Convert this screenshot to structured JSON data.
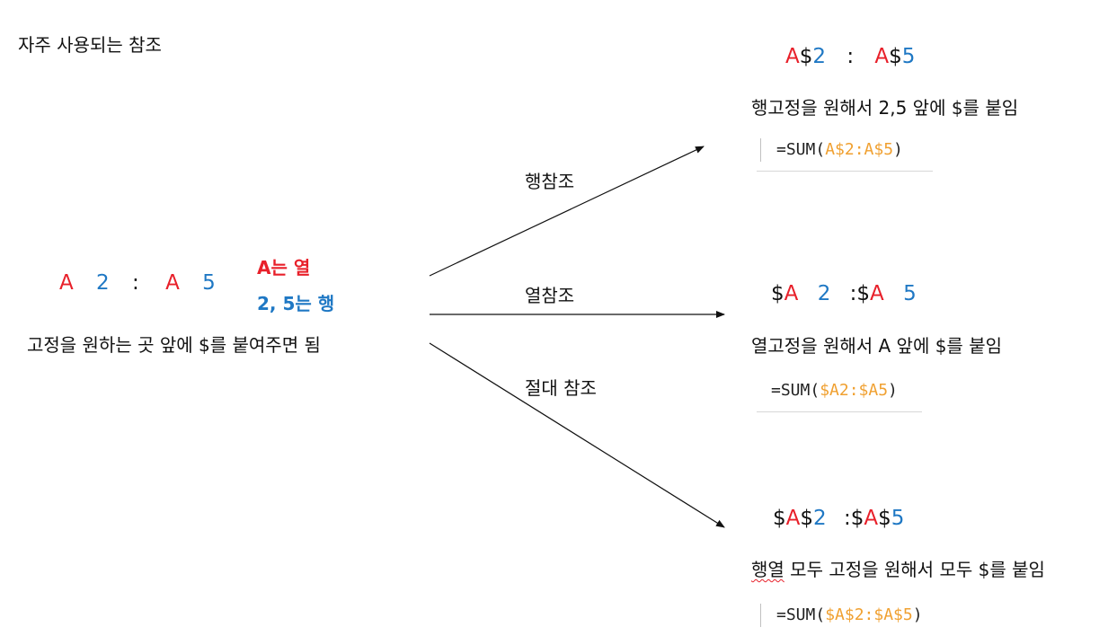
{
  "title": "자주 사용되는 참조",
  "left": {
    "ref": {
      "col1": "A",
      "row1": "2",
      "sep": ":",
      "col2": "A",
      "row2": "5"
    },
    "note_col": "A는 열",
    "note_row": "2, 5는 행",
    "desc": "고정을 원하는 곳 앞에 $를 붙여주면 됨"
  },
  "arrows": {
    "row_ref_label": "행참조",
    "col_ref_label": "열참조",
    "abs_ref_label": "절대 참조"
  },
  "row_ref": {
    "ref": {
      "c1": "A",
      "d1": "$",
      "r1": "2",
      "sep": ":",
      "c2": "A",
      "d2": "$",
      "r2": "5"
    },
    "desc": "행고정을 원해서 2,5 앞에 $를 붙임",
    "formula_prefix": "=SUM(",
    "formula_arg": "A$2:A$5",
    "formula_suffix": ")"
  },
  "col_ref": {
    "ref": {
      "d1": "$",
      "c1": "A",
      "r1": "2",
      "sep": ":",
      "d2": "$",
      "c2": "A",
      "r2": "5"
    },
    "desc": "열고정을 원해서 A 앞에 $를 붙임",
    "formula_prefix": "=SUM(",
    "formula_arg": "$A2:$A5",
    "formula_suffix": ")"
  },
  "abs_ref": {
    "ref": {
      "d1": "$",
      "c1": "A",
      "d2": "$",
      "r1": "2",
      "sep": ":",
      "d3": "$",
      "c2": "A",
      "d4": "$",
      "r2": "5"
    },
    "desc_head": "행열",
    "desc_tail": " 모두 고정을 원해서 모두 $를 붙임",
    "formula_prefix": "=SUM(",
    "formula_arg": "$A$2:$A$5",
    "formula_suffix": ")"
  },
  "colors": {
    "col": "#e8202a",
    "row": "#1f78c4",
    "formula_arg": "#f0a030"
  }
}
